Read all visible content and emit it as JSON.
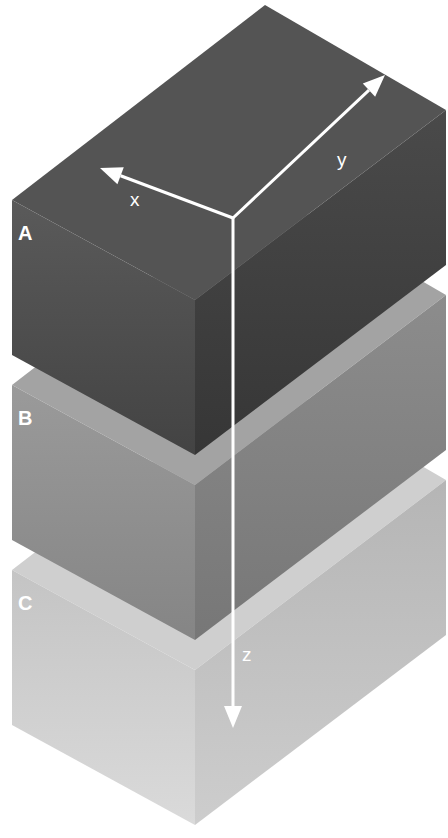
{
  "diagram": {
    "nodes": [
      {
        "text": [
          "A"
        ]
      },
      {
        "text": [
          "B"
        ]
      },
      {
        "text": [
          "C"
        ]
      }
    ],
    "labels": [
      "x",
      "y",
      "z"
    ]
  }
}
